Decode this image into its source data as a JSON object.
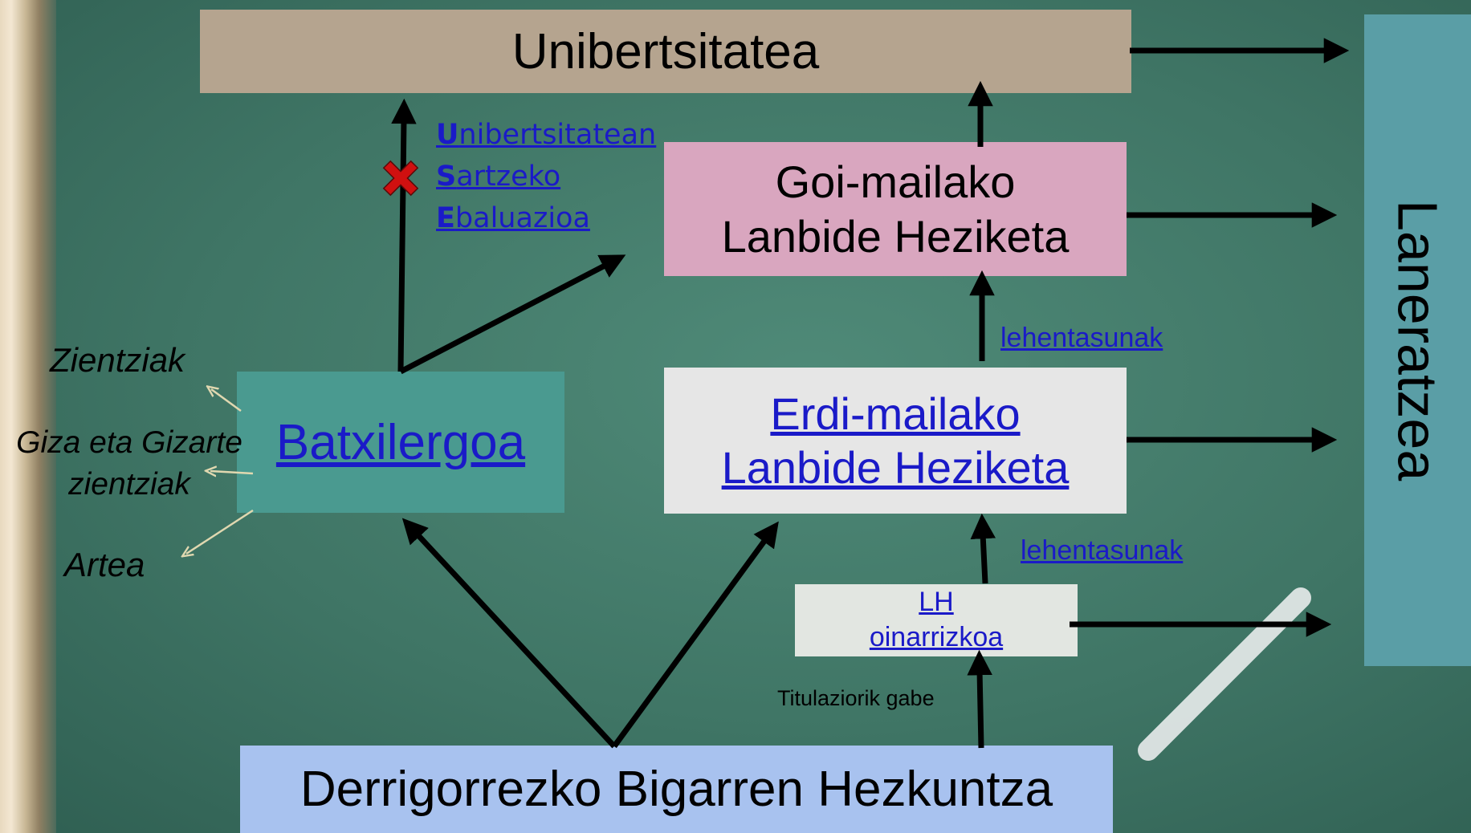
{
  "boxes": {
    "unibertsitatea": "Unibertsitatea",
    "goi_line1": "Goi-mailako",
    "goi_line2": "Lanbide Heziketa",
    "erdi_line1": "Erdi-mailako",
    "erdi_line2": "Lanbide Heziketa",
    "batxilergoa": "Batxilergoa",
    "lh_line1": "LH",
    "lh_line2": "oinarrizkoa",
    "dbh": "Derrigorrezko Bigarren Hezkuntza",
    "laneratzea": "Laneratzea"
  },
  "use": {
    "u_initial": "U",
    "u_rest": "nibertsitatean",
    "s_initial": "S",
    "s_rest": "artzeko",
    "e_initial": "E",
    "e_rest": "baluazioa"
  },
  "batx_branches": {
    "zientziak": "Zientziak",
    "giza_line1": "Giza eta Gizarte",
    "giza_line2": "zientziak",
    "artea": "Artea"
  },
  "lehentasunak_upper": "lehentasunak",
  "lehentasunak_lower": "lehentasunak",
  "titulaziorik_gabe": "Titulaziorik gabe",
  "colors": {
    "board": "#3f7565",
    "uni": "#b5a48f",
    "goi": "#d9a6bf",
    "erdi": "#e6e6e6",
    "batx": "#4a9a90",
    "lh": "#e2e6e1",
    "dbh": "#a8c2ef",
    "laneratzea": "#5a9ea6",
    "link": "#1a1ac8",
    "cross": "#d01010"
  }
}
